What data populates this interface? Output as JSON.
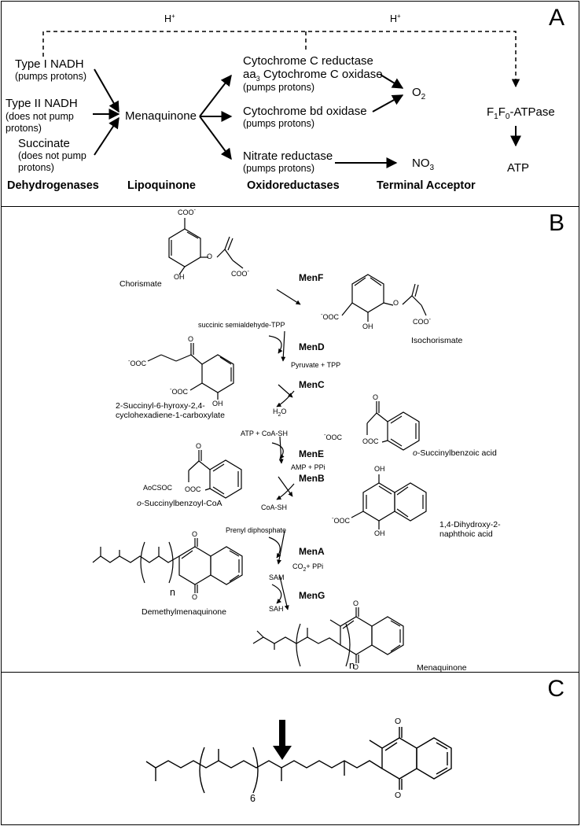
{
  "panelA": {
    "label": "A",
    "proton_left": "H",
    "proton_right": "H",
    "proton_sup": "+",
    "type1_line1": "Type I NADH",
    "type1_line2": "(pumps protons)",
    "type2_line1": "Type II NADH",
    "type2_line2": "(does not pump",
    "type2_line3": "protons)",
    "succ_line1": "Succinate",
    "succ_line2": "(does not pump",
    "succ_line3": "protons)",
    "menaquinone": "Menaquinone",
    "cytc_line1": "Cytochrome C reductase",
    "cytc_line2a": "aa",
    "cytc_line2sub": "3",
    "cytc_line2b": " Cytochrome C oxidase",
    "cytc_line3": "(pumps protons)",
    "cytbd_line1": "Cytochrome bd oxidase",
    "cytbd_line2": "(pumps protons)",
    "nitrate_line1": "Nitrate reductase",
    "nitrate_line2": "(pumps protons)",
    "o2": "O",
    "o2_sub": "2",
    "no3": "NO",
    "no3_sub": "3",
    "atpase_a": "F",
    "atpase_sub1": "1",
    "atpase_b": "F",
    "atpase_sub0": "0",
    "atpase_c": "-ATPase",
    "atp": "ATP",
    "heading_dehydrogenases": "Dehydrogenases",
    "heading_lipoquinone": "Lipoquinone",
    "heading_oxidoreductases": "Oxidoreductases",
    "heading_terminal": "Terminal Acceptor"
  },
  "panelB": {
    "label": "B",
    "chorismate": "Chorismate",
    "menF": "MenF",
    "isochorismate": "Isochorismate",
    "ssa_tpp": "succinic semialdehyde-TPP",
    "menD": "MenD",
    "pyruvate_tpp": "Pyruvate + TPP",
    "shchc_line1": "2-Succinyl-6-hyroxy-2,4-",
    "shchc_line2": "cyclohexadiene-1-carboxylate",
    "menC": "MenC",
    "h2o_a": "H",
    "h2o_sub": "2",
    "h2o_b": "O",
    "osb_prefix": "o",
    "osb_name": "-Succinylbenzoic acid",
    "atp_coash": "ATP + CoA-SH",
    "menE": "MenE",
    "amp_ppi": "AMP + PPi",
    "osbcoa_prefix": "o",
    "osbcoa_name": "-Succinylbenzoyl-CoA",
    "menB": "MenB",
    "coash": "CoA-SH",
    "dhna_line1": "1,4-Dihydroxy-2-",
    "dhna_line2": "naphthoic acid",
    "prenyl": "Prenyl diphosphate",
    "menA": "MenA",
    "co2_a": "CO",
    "co2_sub": "2",
    "co2_b": "+ PPi",
    "demethyl": "Demethylmenaquinone",
    "sam": "SAM",
    "menG": "MenG",
    "sah": "SAH",
    "menaquinone": "Menaquinone",
    "n_label": "n",
    "coo": "COO",
    "coo_rev": "OOC",
    "minus": "-",
    "oh": "OH",
    "o_atom": "O",
    "aocsoc": "AoCSOC"
  },
  "panelC": {
    "label": "C",
    "repeat_count": "6",
    "o_atom": "O"
  }
}
